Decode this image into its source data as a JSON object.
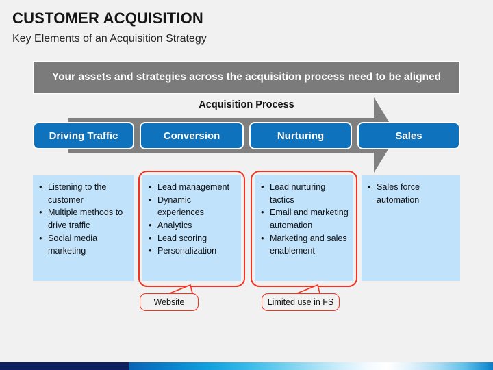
{
  "slide": {
    "title": "CUSTOMER ACQUISITION",
    "subtitle": "Key Elements of an Acquisition Strategy",
    "banner_text": "Your assets and strategies across the acquisition process need to be aligned",
    "process_label": "Acquisition Process"
  },
  "colors": {
    "background": "#f1f1f1",
    "banner_grey": "#7b7b7b",
    "arrow_grey": "#808080",
    "stage_blue": "#0f72bd",
    "content_blue": "#c1e2fb",
    "highlight_red": "#f4321f",
    "bar_navy": "#0d2060",
    "title_black": "#151515"
  },
  "stages": [
    {
      "label": "Driving Traffic"
    },
    {
      "label": "Conversion"
    },
    {
      "label": "Nurturing"
    },
    {
      "label": "Sales"
    }
  ],
  "content_boxes": [
    {
      "stage": "Driving Traffic",
      "items": [
        "Listening to the customer",
        "Multiple methods to drive traffic",
        "Social media marketing"
      ]
    },
    {
      "stage": "Conversion",
      "items": [
        "Lead management",
        "Dynamic experiences",
        "Analytics",
        "Lead scoring",
        "Personalization"
      ]
    },
    {
      "stage": "Nurturing",
      "items": [
        "Lead nurturing tactics",
        "Email and marketing automation",
        "Marketing and sales enablement"
      ]
    },
    {
      "stage": "Sales",
      "items": [
        "Sales force automation"
      ]
    }
  ],
  "callouts": [
    {
      "label": "Website"
    },
    {
      "label": "Limited use in FS"
    }
  ]
}
